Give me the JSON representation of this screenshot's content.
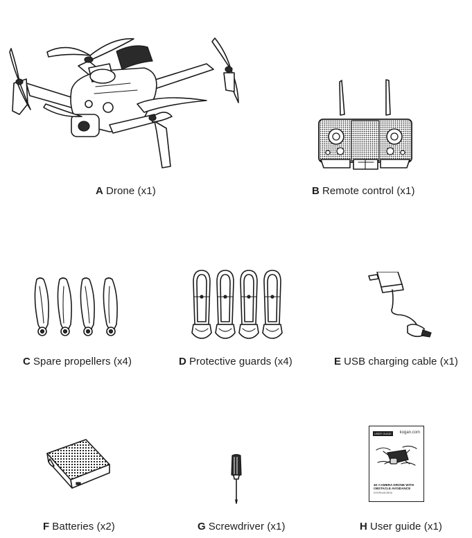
{
  "items": [
    {
      "letter": "A",
      "label": "Drone (x1)",
      "icon": "drone-icon"
    },
    {
      "letter": "B",
      "label": "Remote control (x1)",
      "icon": "remote-control-icon"
    },
    {
      "letter": "C",
      "label": "Spare propellers (x4)",
      "icon": "propellers-icon"
    },
    {
      "letter": "D",
      "label": "Protective guards (x4)",
      "icon": "guards-icon"
    },
    {
      "letter": "E",
      "label": "USB charging cable (x1)",
      "icon": "usb-cable-icon"
    },
    {
      "letter": "F",
      "label": "Batteries (x2)",
      "icon": "battery-icon"
    },
    {
      "letter": "G",
      "label": "Screwdriver (x1)",
      "icon": "screwdriver-icon"
    },
    {
      "letter": "H",
      "label": "User guide (x1)",
      "icon": "user-guide-icon"
    }
  ],
  "guide": {
    "tag": "USER GUIDE",
    "brand": "kogan.com",
    "title": "4K CAMERA DRONE WITH OBSTACLE AVOIDANCE",
    "code": "KHDRN4KOBSA"
  }
}
